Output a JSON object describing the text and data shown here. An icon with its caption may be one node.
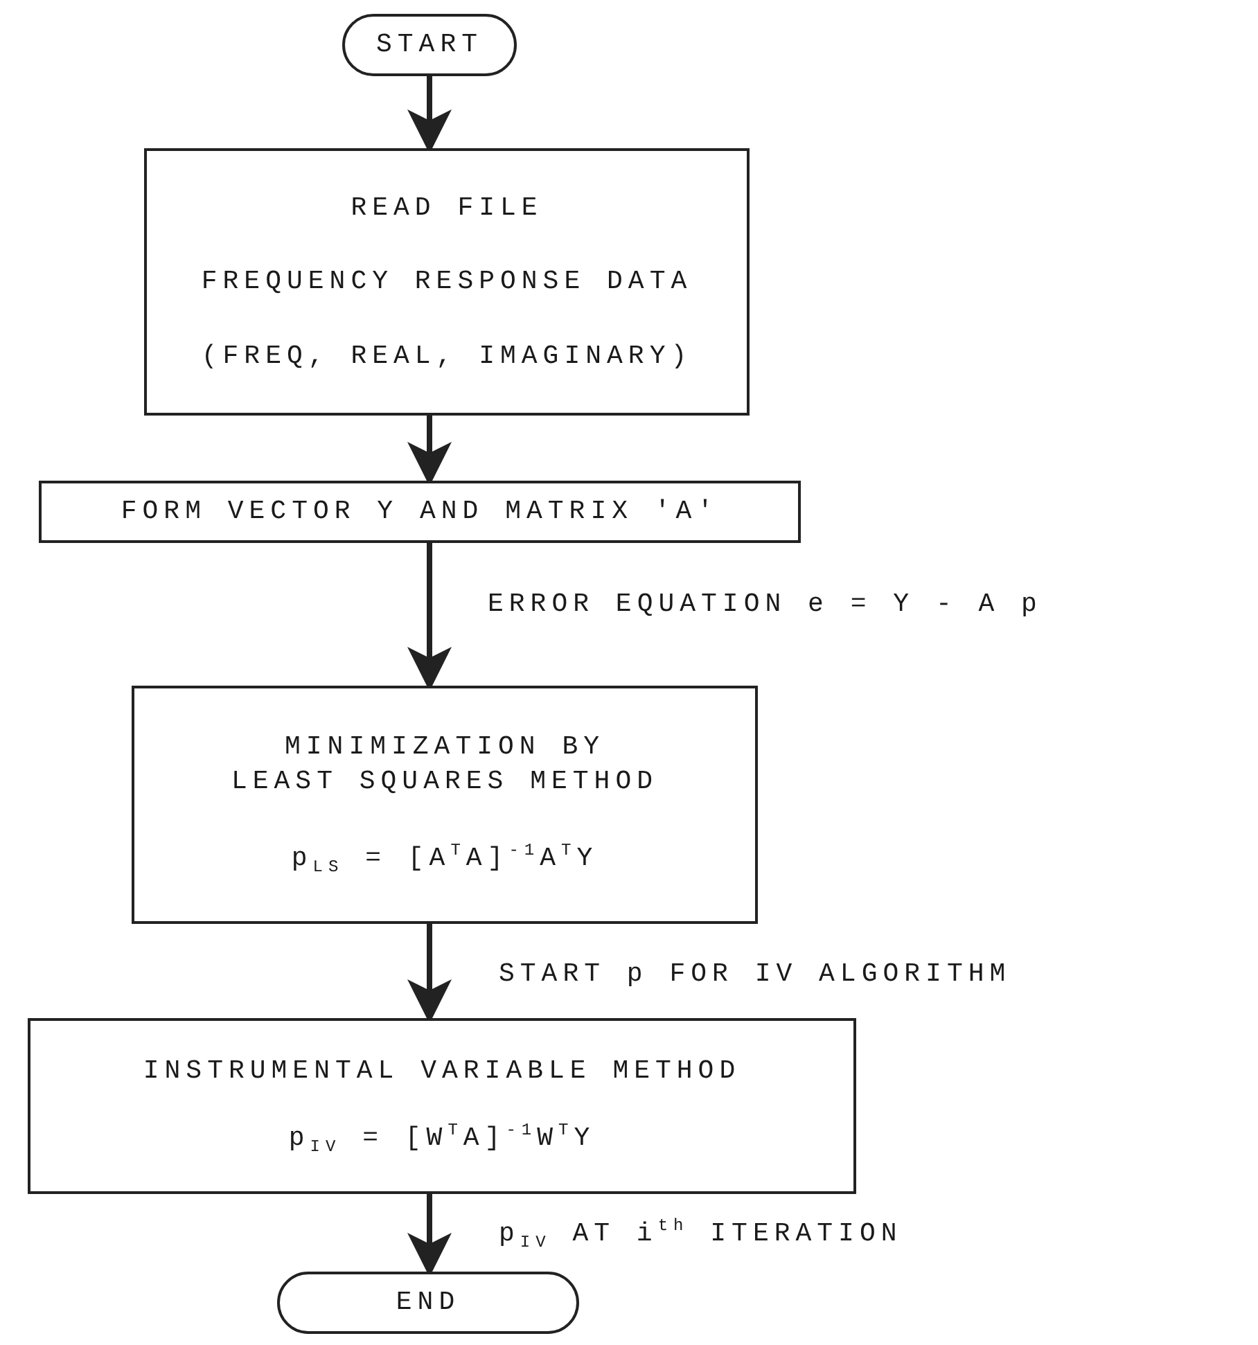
{
  "diagram": {
    "nodes": [
      {
        "text": [
          "START"
        ]
      },
      {
        "text": [
          "READ FILE",
          "FREQUENCY RESPONSE DATA",
          "(FREQ, REAL, IMAGINARY)"
        ]
      },
      {
        "text": [
          "FORM VECTOR Y AND MATRIX 'A'"
        ]
      },
      {
        "text": [
          "MINIMIZATION BY LEAST SQUARES METHOD",
          "p$_{LS}$ = [A$^{T}$A]$^{-1}$A$^{T}$Y"
        ]
      },
      {
        "text": [
          "INSTRUMENTAL VARIABLE METHOD",
          "p$_{IV}$ = [W$^{T}$A]$^{-1}$W$^{T}$Y"
        ]
      },
      {
        "text": [
          "END"
        ]
      }
    ],
    "edges": [
      {
        "from": 0,
        "to": 1,
        "arrow": "to"
      },
      {
        "from": 1,
        "to": 2,
        "arrow": "to"
      },
      {
        "from": 2,
        "to": 3,
        "arrow": "to",
        "label": "ERROR EQUATION  e = Y - A p"
      },
      {
        "from": 3,
        "to": 4,
        "arrow": "to",
        "label": "START p FOR IV ALGORITHM"
      },
      {
        "from": 4,
        "to": 5,
        "arrow": "to",
        "label": "p$_{IV}$ AT i$^{th}$ ITERATION"
      }
    ]
  }
}
